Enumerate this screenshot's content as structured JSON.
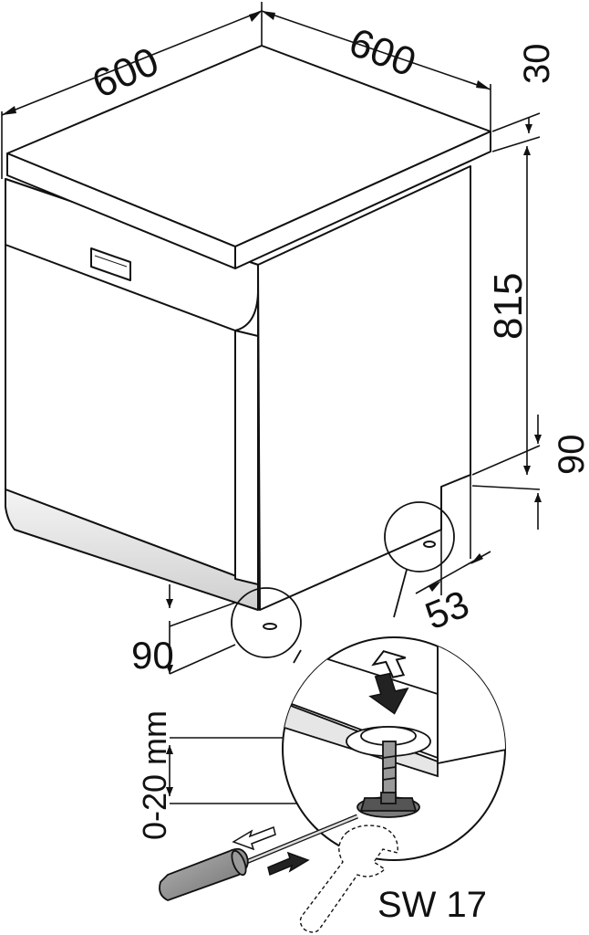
{
  "dimensions": {
    "depth_top": "600",
    "width_top": "600",
    "worktop_thickness": "30",
    "height_body": "815",
    "plinth_height_right": "90",
    "plinth_height_left": "90",
    "plinth_recess": "53",
    "foot_adjustment": "0-20 mm",
    "wrench_size": "SW 17"
  },
  "colors": {
    "line": "#111111",
    "fill": "#ffffff",
    "base_shade": "#d9d9d9",
    "handle": "#8c8c8c",
    "dark_arrow": "#222222"
  }
}
